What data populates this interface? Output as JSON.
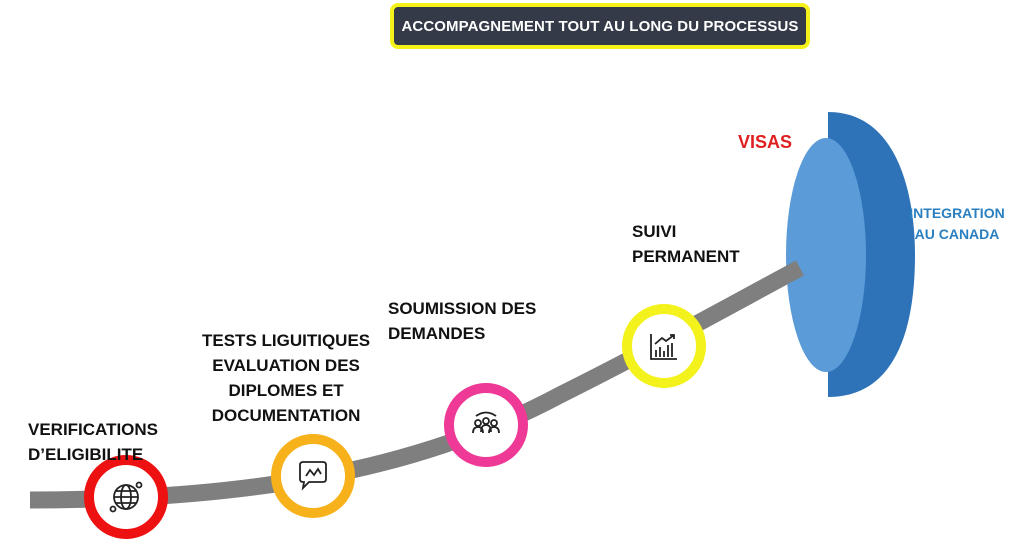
{
  "banner": {
    "text": "ACCOMPAGNEMENT TOUT AU LONG DU PROCESSUS"
  },
  "steps": [
    {
      "label_lines": [
        "VERIFICATIONS",
        "D’ELIGIBILITE"
      ],
      "icon": "globe-icon",
      "color": "#ee1111"
    },
    {
      "label_lines": [
        "TESTS LIGUITIQUES",
        "EVALUATION DES",
        "DIPLOMES ET",
        "DOCUMENTATION"
      ],
      "icon": "chat-bubble-icon",
      "color": "#f7b21b"
    },
    {
      "label_lines": [
        "SOUMISSION DES",
        "DEMANDES"
      ],
      "icon": "team-icon",
      "color": "#ee3a96"
    },
    {
      "label_lines": [
        "SUIVI",
        "PERMANENT"
      ],
      "icon": "chart-growth-icon",
      "color": "#f4f21c"
    }
  ],
  "visas": {
    "label": "VISAS",
    "color": "#e02020"
  },
  "integration": {
    "label_lines": [
      "INTEGRATION",
      "AU CANADA"
    ],
    "color": "#2a7fc0"
  },
  "colors": {
    "path": "#7f7f7f",
    "lens_dark": "#2e73b8",
    "lens_light": "#5b9bd8"
  }
}
